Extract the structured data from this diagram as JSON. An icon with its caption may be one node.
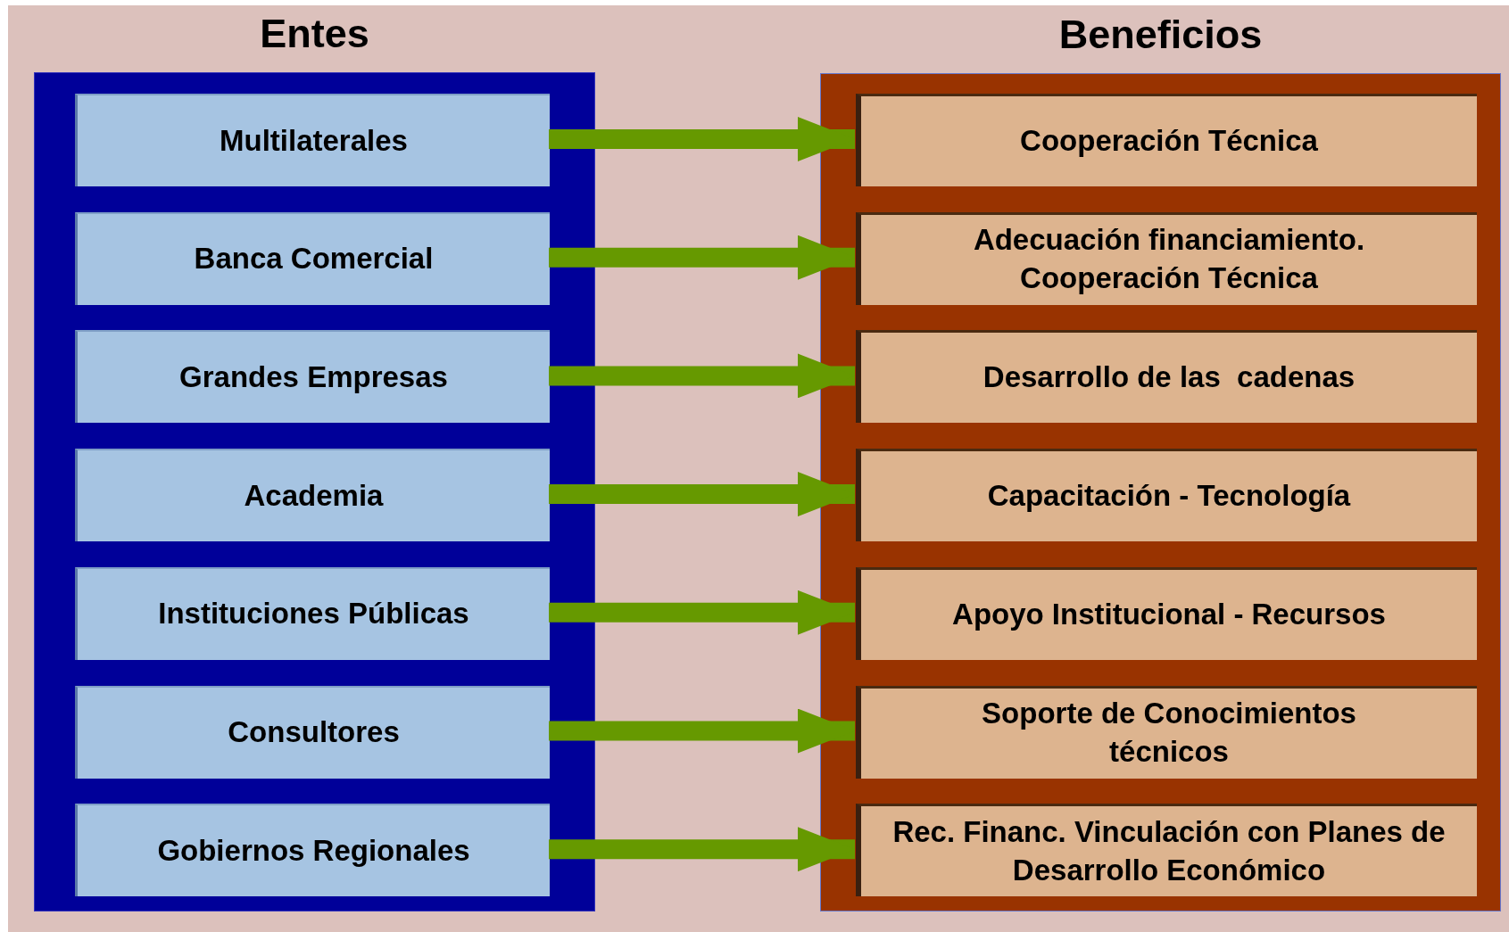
{
  "diagram": {
    "nodes": [
      {
        "text": [
          "Entes"
        ]
      },
      {
        "text": [
          "Multilaterales"
        ],
        "in": 0
      },
      {
        "text": [
          "Banca Comercial"
        ],
        "in": 0
      },
      {
        "text": [
          "Grandes Empresas"
        ],
        "in": 0
      },
      {
        "text": [
          "Academia"
        ],
        "in": 0
      },
      {
        "text": [
          "Instituciones Públicas"
        ],
        "in": 0
      },
      {
        "text": [
          "Consultores"
        ],
        "in": 0
      },
      {
        "text": [
          "Gobiernos Regionales"
        ],
        "in": 0
      },
      {
        "text": [
          "Beneficios"
        ]
      },
      {
        "text": [
          "Cooperación Técnica"
        ],
        "in": 8
      },
      {
        "text": [
          "Adecuación financiamiento. Cooperación Técnica"
        ],
        "in": 8
      },
      {
        "text": [
          "Desarrollo de las  cadenas"
        ],
        "in": 8
      },
      {
        "text": [
          "Capacitación - Tecnología"
        ],
        "in": 8
      },
      {
        "text": [
          "Apoyo Institucional - Recursos"
        ],
        "in": 8
      },
      {
        "text": [
          "Soporte de Conocimientos técnicos"
        ],
        "in": 8
      },
      {
        "text": [
          "Rec. Financ. Vinculación con Planes de Desarrollo Económico"
        ],
        "in": 8
      }
    ],
    "edges": [
      {
        "from": 1,
        "to": 9,
        "arrow": "to"
      },
      {
        "from": 2,
        "to": 10,
        "arrow": "to"
      },
      {
        "from": 3,
        "to": 11,
        "arrow": "to"
      },
      {
        "from": 4,
        "to": 12,
        "arrow": "to"
      },
      {
        "from": 5,
        "to": 13,
        "arrow": "to"
      },
      {
        "from": 6,
        "to": 14,
        "arrow": "to"
      },
      {
        "from": 7,
        "to": 15,
        "arrow": "to"
      }
    ]
  }
}
